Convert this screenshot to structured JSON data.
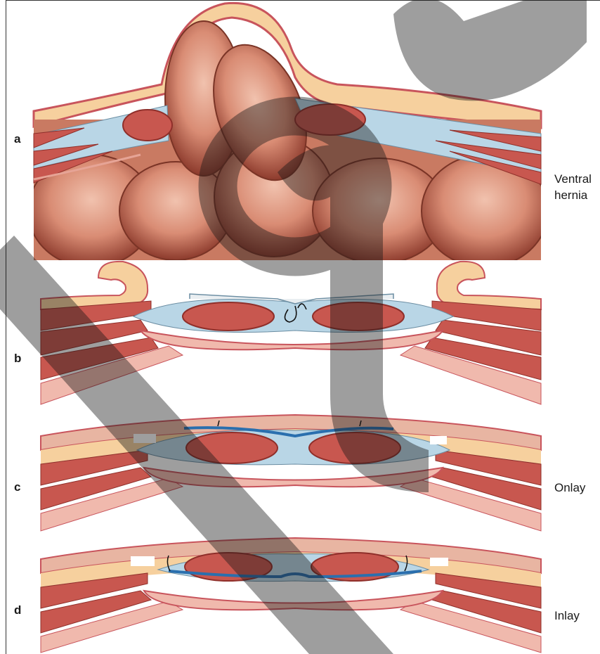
{
  "panels": [
    {
      "letter": "a",
      "caption": "Ventral\nhernia"
    },
    {
      "letter": "b",
      "caption": ""
    },
    {
      "letter": "c",
      "caption": "Onlay"
    },
    {
      "letter": "d",
      "caption": "Inlay"
    }
  ],
  "colors": {
    "skin": "#e8b5a2",
    "skin_edge": "#c8545c",
    "fat": "#f6d09e",
    "muscle": "#c8574f",
    "fascia": "#b9d6e6",
    "peritoneum": "#f0b9ad",
    "bowel": "#d0806a",
    "mesh": "#2a6fae",
    "watermark": "#1a1a1a"
  }
}
